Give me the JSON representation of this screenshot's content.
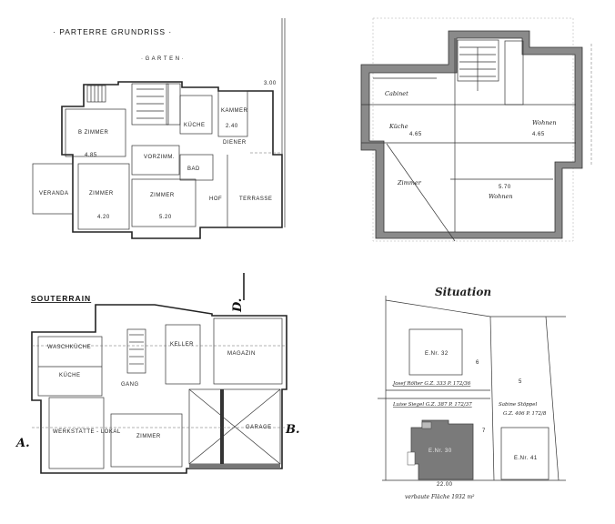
{
  "parterre": {
    "title": "· PARTERRE  GRUNDRISS ·",
    "garden": "· G A R T E N ·",
    "rooms": {
      "zimmer_a": "B ZIMMER",
      "veranda": "VERANDA",
      "zimmer_b": "ZIMMER",
      "zimmer_c": "ZIMMER",
      "kueche": "KÜCHE",
      "kammer": "KAMMER",
      "diener": "DIENER",
      "vorzimmer": "VORZIMM.",
      "bad": "BAD",
      "hof": "HOF",
      "terrasse": "TERRASSE"
    },
    "dims": {
      "a": "4.85",
      "b": "4.20",
      "c": "5.20",
      "d": "2.40",
      "e": "3.00"
    }
  },
  "upper": {
    "rooms": {
      "cabinet": "Cabinet",
      "kueche": "Küche",
      "zimmer": "Zimmer",
      "wohnen_a": "Wohnen",
      "wohnen_b": "Wohnen"
    },
    "dims": {
      "a": "4.65",
      "b": "4.65",
      "c": "5.70"
    }
  },
  "souterrain": {
    "title": "SOUTERRAIN",
    "section_d": "D.",
    "section_a": "A.",
    "section_b": "B.",
    "rooms": {
      "waschkueche": "WASCHKÜCHE",
      "kueche": "KÜCHE",
      "keller": "KELLER",
      "magazin": "MAGAZIN",
      "gang": "GANG",
      "werkstaette": "WERKSTÄTTE - LOKAL",
      "zimmer": "ZIMMER",
      "garage": "GARAGE"
    }
  },
  "situation": {
    "title": "Situation",
    "buildings": {
      "a": "E.Nr. 32",
      "b": "E.Nr. 30",
      "c": "E.Nr. 41"
    },
    "parcels": {
      "a": "6",
      "b": "5",
      "c": "7"
    },
    "owners": {
      "a": "Josef Rölter G.Z. 333 P. 172/36",
      "b": "Luise Siegel G.Z. 387 P. 172/37",
      "c1": "Sabine Stöppel",
      "c2": "G.Z. 406 P. 172/8"
    },
    "width_dim": "22.00",
    "area_note": "verbaute Fläche 1932 m²"
  }
}
